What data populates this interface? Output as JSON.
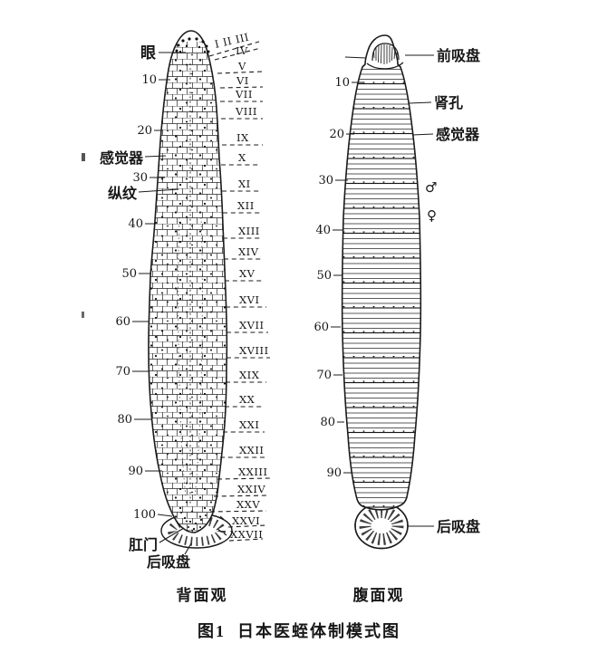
{
  "figure": {
    "caption_number": "图1",
    "caption_title": "日本医蛭体制模式图",
    "dorsal_caption": "背面观",
    "ventral_caption": "腹面观",
    "ink_color": "#1b1b1b",
    "paper_color": "#ffffff"
  },
  "dorsal_view": {
    "labels": {
      "eye": "眼",
      "sensory_organ": "感觉器",
      "longitudinal_stripes": "纵纹",
      "anus": "肛门",
      "posterior_sucker": "后吸盘"
    },
    "annulus_ticks": [
      "10",
      "20",
      "30",
      "40",
      "50",
      "60",
      "70",
      "80",
      "90",
      "100"
    ],
    "somite_head_group": "I II III",
    "somites": [
      "IV",
      "V",
      "VI",
      "VII",
      "VIII",
      "IX",
      "X",
      "XI",
      "XII",
      "XIII",
      "XIV",
      "XV",
      "XVI",
      "XVII",
      "XVIII",
      "XIX",
      "XX",
      "XXI",
      "XXII",
      "XXIII",
      "XXIV",
      "XXV",
      "XXVI",
      "XXVII"
    ]
  },
  "ventral_view": {
    "labels": {
      "anterior_sucker": "前吸盘",
      "nephridiopore": "肾孔",
      "sensory_organ": "感觉器",
      "male_pore": "♂",
      "female_pore": "♀",
      "posterior_sucker": "后吸盘"
    },
    "annulus_ticks": [
      "10",
      "20",
      "30",
      "40",
      "50",
      "60",
      "70",
      "80",
      "90"
    ]
  }
}
